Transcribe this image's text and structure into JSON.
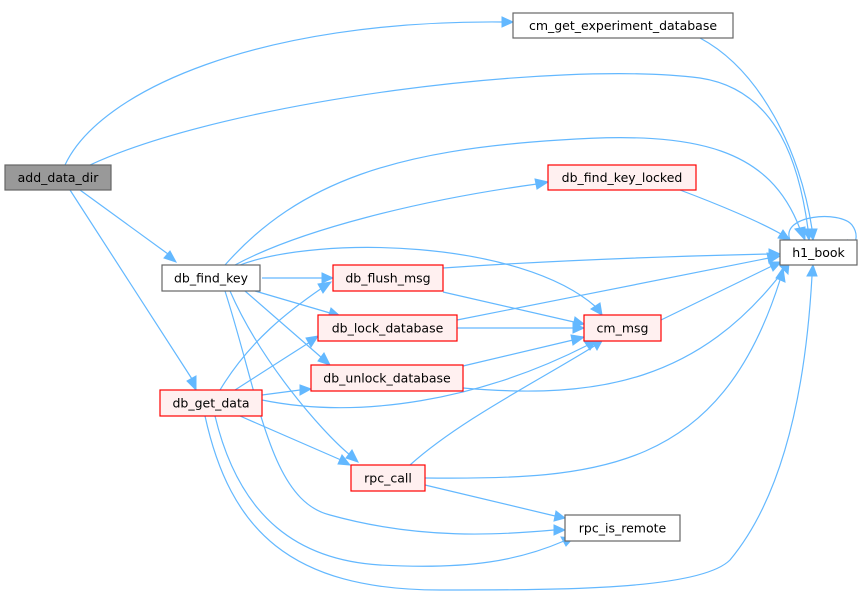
{
  "colors": {
    "edge": "#63b8ff",
    "root_fill": "#999999",
    "root_border": "#666666",
    "node_fill": "#ffffff",
    "node_border": "#666666",
    "trunc_border": "#ff0000",
    "trunc_fill": "#fff0f0"
  },
  "nodes": {
    "add_data_dir": "add_data_dir",
    "cm_get_experiment_database": "cm_get_experiment_database",
    "db_find_key_locked": "db_find_key_locked",
    "h1_book": "h1_book",
    "db_find_key": "db_find_key",
    "db_flush_msg": "db_flush_msg",
    "db_lock_database": "db_lock_database",
    "cm_msg": "cm_msg",
    "db_unlock_database": "db_unlock_database",
    "db_get_data": "db_get_data",
    "rpc_call": "rpc_call",
    "rpc_is_remote": "rpc_is_remote"
  }
}
